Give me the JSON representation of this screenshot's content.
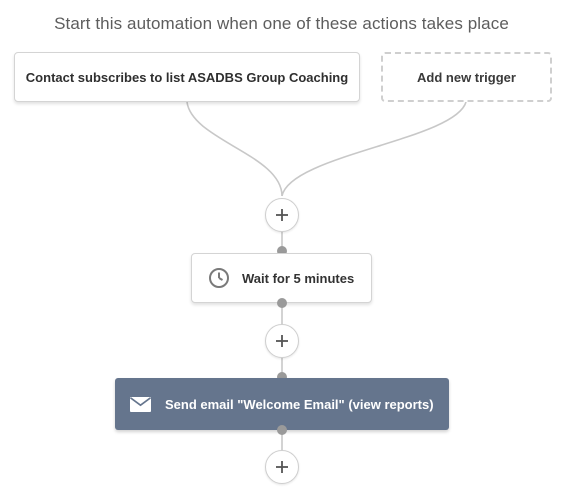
{
  "header": {
    "title": "Start this automation when one of these actions takes place"
  },
  "triggers": {
    "main_label": "Contact subscribes to list ASADBS Group Coaching",
    "add_label": "Add new trigger"
  },
  "steps": {
    "wait_label": "Wait for 5 minutes",
    "email_label": "Send email \"Welcome Email\" (view reports)"
  },
  "icons": {
    "plus": "plus-icon",
    "clock": "clock-icon",
    "envelope": "envelope-icon"
  },
  "colors": {
    "email_node_bg": "#65758d",
    "connector": "#c8c8c8",
    "dot": "#9a9a9a"
  }
}
